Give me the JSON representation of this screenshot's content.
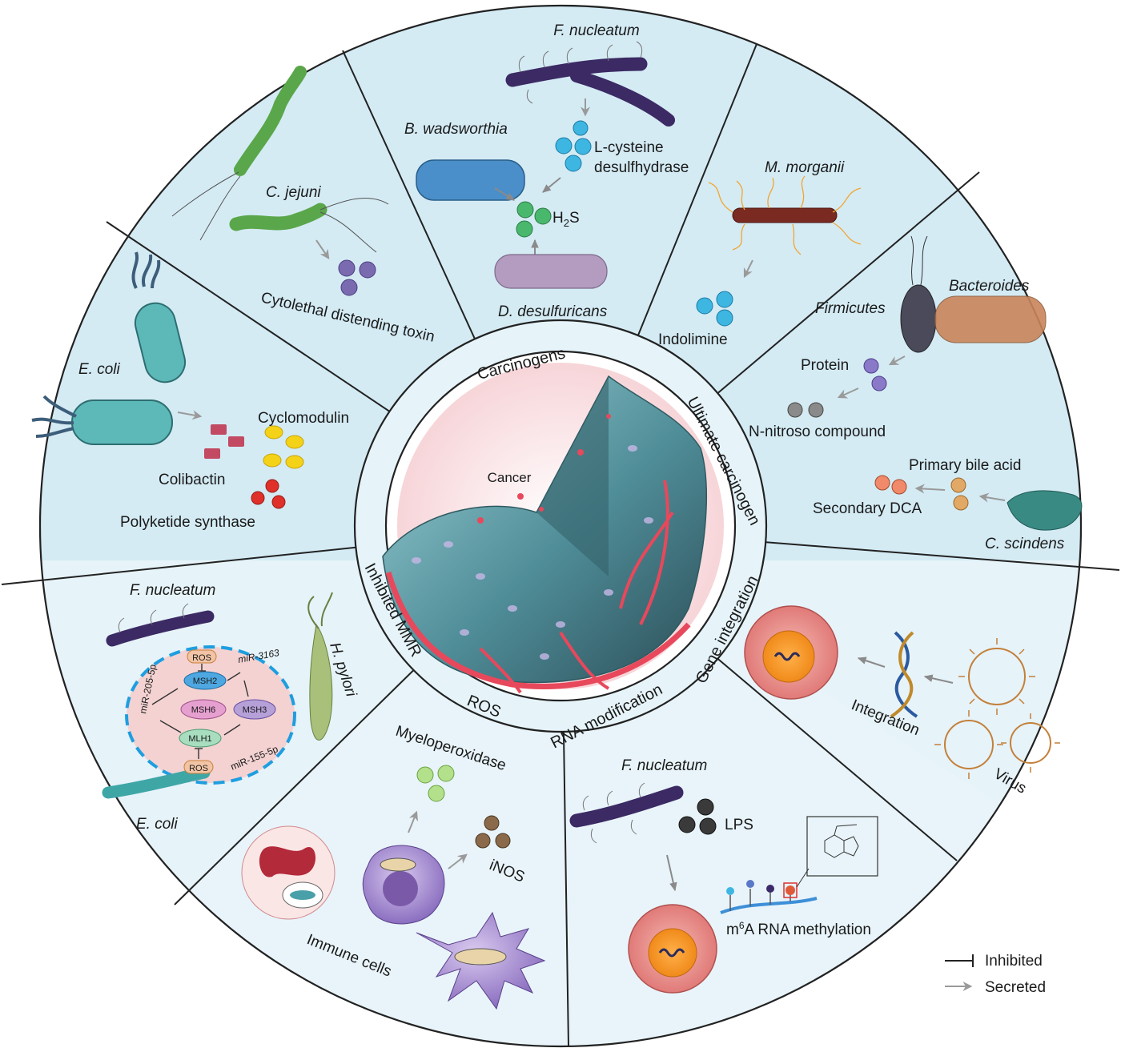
{
  "center": {
    "label": "Cancer"
  },
  "ring_labels": {
    "carcinogens": "Carcinogens",
    "ultimate": "Ultimate carcinogen",
    "gene": "Gene integration",
    "rna": "RNA modification",
    "ros": "ROS",
    "mmr": "Inhibited MMR"
  },
  "seg_ecoli": {
    "organism": "E. coli",
    "colibactin": "Colibactin",
    "cyclomodulin": "Cyclomodulin",
    "pks": "Polyketide synthase"
  },
  "seg_cjejuni": {
    "organism": "C. jejuni",
    "toxin": "Cytolethal distending toxin"
  },
  "seg_h2s": {
    "fn": "F. nucleatum",
    "bw": "B. wadsworthia",
    "enzyme_line1": "L-cysteine",
    "enzyme_line2": "desulfhydrase",
    "h2s_main": "H",
    "h2s_sub": "2",
    "h2s_tail": "S",
    "dd": "D. desulfuricans"
  },
  "seg_indolimine": {
    "organism": "M. morganii",
    "product": "Indolimine"
  },
  "seg_ultimate": {
    "firmicutes": "Firmicutes",
    "bacteroides": "Bacteroides",
    "protein": "Protein",
    "nitroso": "N-nitroso compound",
    "primary": "Primary bile acid",
    "secondary": "Secondary DCA",
    "cs": "C. scindens"
  },
  "seg_gene": {
    "integration": "Integration",
    "virus": "Virus"
  },
  "seg_rna": {
    "fn": "F. nucleatum",
    "lps": "LPS",
    "m6a_pre": "m",
    "m6a_sup": "6",
    "m6a_rest": "A RNA methylation",
    "legend_inhibited": "Inhibited",
    "legend_secreted": "Secreted"
  },
  "seg_ros": {
    "mpo": "Myeloperoxidase",
    "inos": "iNOS",
    "immune": "Immune cells"
  },
  "seg_mmr": {
    "fn": "F. nucleatum",
    "hp": "H. pylori",
    "ecoli": "E. coli",
    "ros_top": "ROS",
    "ros_bottom": "ROS",
    "msh2": "MSH2",
    "msh6": "MSH6",
    "msh3": "MSH3",
    "mlh1": "MLH1",
    "mir205": "miR-205-5p",
    "mir3163": "miR-3163",
    "mir155": "miR-155-5p"
  },
  "colors": {
    "panel": "#d5ecf5",
    "panel_light": "#e8f4fa",
    "bacteria_purple": "#3b2a63",
    "cell_teal": "#5aaab2",
    "vessel_red": "#e8485b"
  }
}
